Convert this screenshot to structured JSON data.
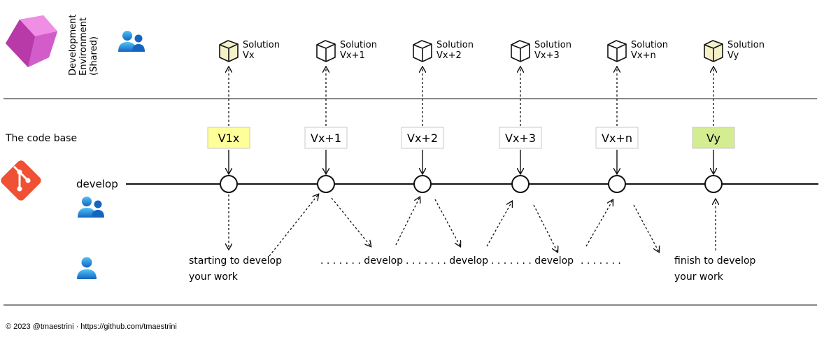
{
  "environment": {
    "label_lines": [
      "Development",
      "Environment",
      "(Shared)"
    ],
    "logo": "power-platform-logo",
    "users_icon": "users-group-icon"
  },
  "solutions": [
    {
      "name": "Solution",
      "version": "Vx",
      "style": "highlight"
    },
    {
      "name": "Solution",
      "version": "Vx+1",
      "style": "plain"
    },
    {
      "name": "Solution",
      "version": "Vx+2",
      "style": "plain"
    },
    {
      "name": "Solution",
      "version": "Vx+3",
      "style": "plain"
    },
    {
      "name": "Solution",
      "version": "Vx+n",
      "style": "plain"
    },
    {
      "name": "Solution",
      "version": "Vy",
      "style": "highlight"
    }
  ],
  "code_base": {
    "label": "The code base",
    "versions": [
      {
        "label": "V1x",
        "fill": "#ffff99"
      },
      {
        "label": "Vx+1",
        "fill": "#ffffff"
      },
      {
        "label": "Vx+2",
        "fill": "#ffffff"
      },
      {
        "label": "Vx+3",
        "fill": "#ffffff"
      },
      {
        "label": "Vx+n",
        "fill": "#ffffff"
      },
      {
        "label": "Vy",
        "fill": "#d4ed91"
      }
    ]
  },
  "branch": {
    "label": "develop",
    "git_icon": "git-icon",
    "users_icon": "users-group-icon"
  },
  "developer": {
    "user_icon": "user-icon",
    "start_text": [
      "starting to develop",
      "your work"
    ],
    "develop_texts": [
      ". . . . . . . develop",
      ". . . . . . . develop",
      ". . . . . . . develop",
      ". . . . . . ."
    ],
    "finish_text": [
      "finish to develop",
      "your work"
    ]
  },
  "footer": {
    "copyright": "© 2023 @tmaestrini · https://github.com/tmaestrini"
  },
  "colors": {
    "git": "#f05033",
    "v_highlight": "#ffff99",
    "vy_highlight": "#d4ed91",
    "cube_highlight": "#f4f1c8",
    "user_blue": "#1e88e5",
    "line": "#111111"
  }
}
